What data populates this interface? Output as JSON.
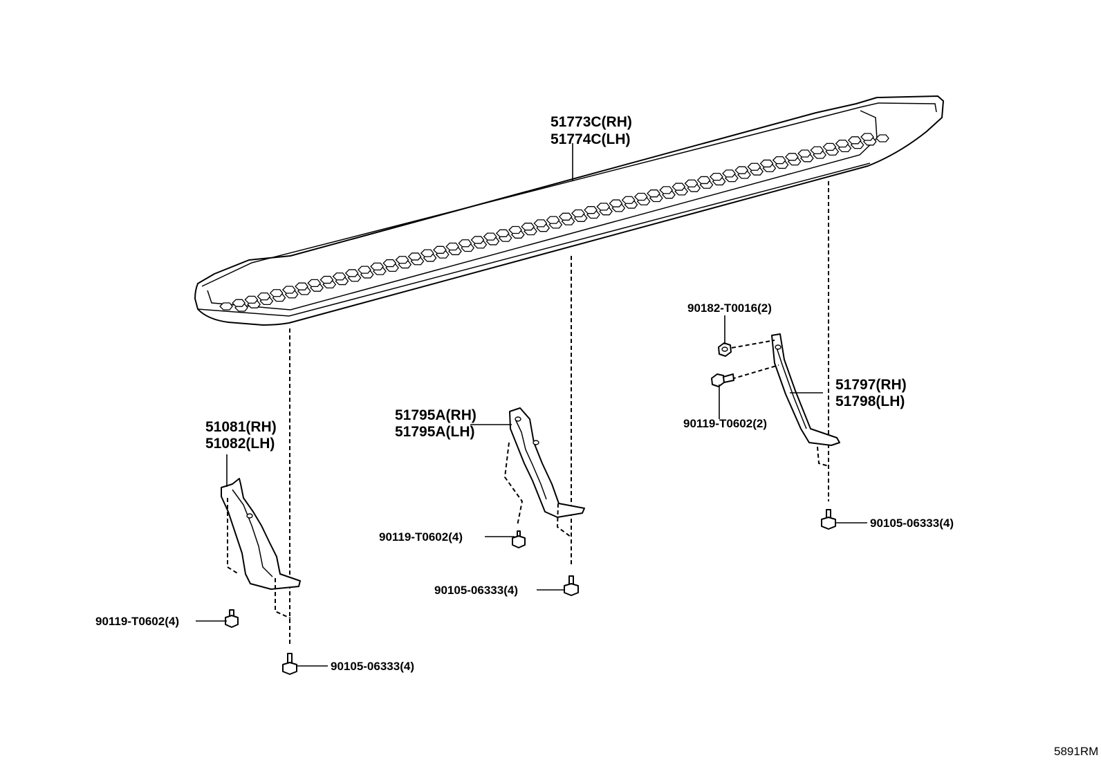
{
  "diagram_code": "5891RM",
  "parts": {
    "step_board": {
      "rh": "51773C(RH)",
      "lh": "51774C(LH)"
    },
    "bracket_front": {
      "rh": "51081(RH)",
      "lh": "51082(LH)"
    },
    "bracket_center": {
      "rh": "51795A(RH)",
      "lh": "51795A(LH)"
    },
    "bracket_rear": {
      "rh": "51797(RH)",
      "lh": "51798(LH)"
    },
    "nut_rear": "90182-T0016(2)",
    "bolt_rear_upper": "90119-T0602(2)",
    "bolt_center_bracket": "90119-T0602(4)",
    "bolt_front_bracket": "90119-T0602(4)",
    "bolt_center_board": "90105-06333(4)",
    "bolt_front_board": "90105-06333(4)",
    "bolt_rear_board": "90105-06333(4)"
  }
}
